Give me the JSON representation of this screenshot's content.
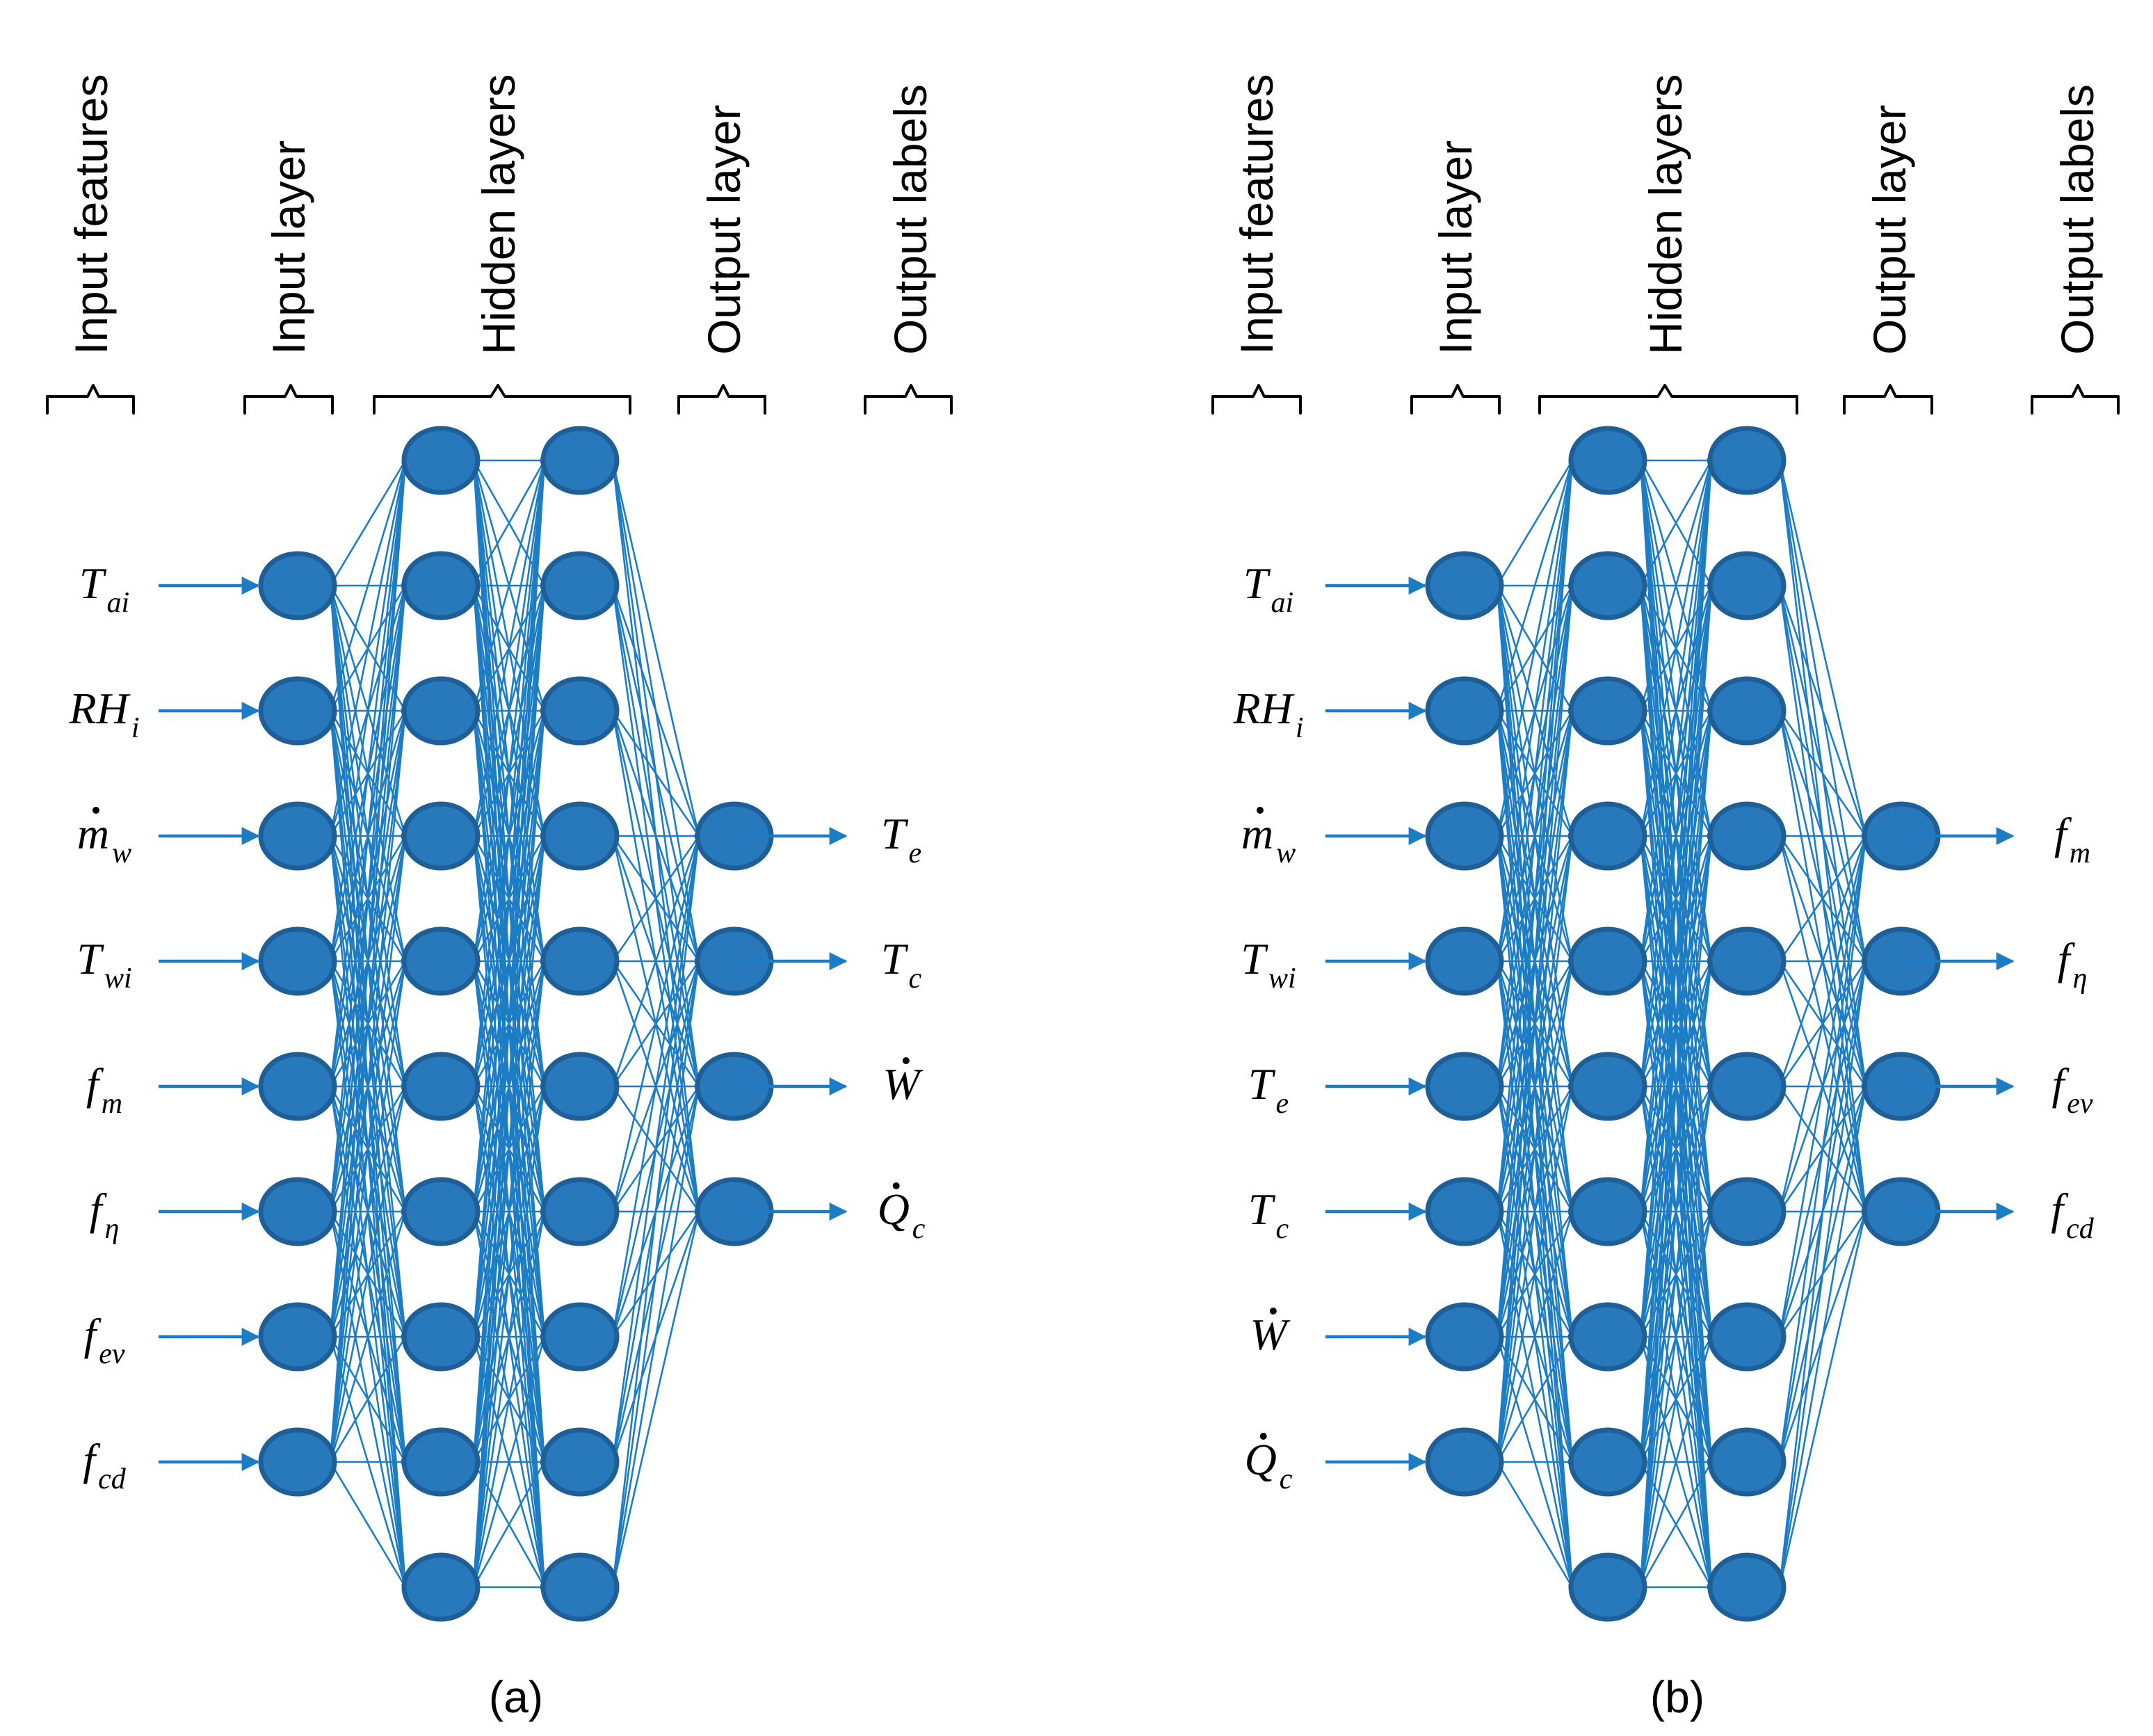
{
  "colors": {
    "node_fill": "#2878bc",
    "node_stroke": "#1f5f97",
    "connection": "#1d7dc4",
    "text": "#000000"
  },
  "panels": [
    {
      "caption": "(a)",
      "headers": [
        "Input features",
        "Input layer",
        "Hidden layers",
        "Output layer",
        "Output labels"
      ],
      "network": {
        "input_nodes": 8,
        "hidden_nodes_per_layer": 10,
        "hidden_layers": 2,
        "output_nodes": 4
      },
      "inputs": [
        {
          "base": "T",
          "sub": "ai",
          "dot": false
        },
        {
          "base": "RH",
          "sub": "i",
          "dot": false
        },
        {
          "base": "m",
          "sub": "w",
          "dot": true
        },
        {
          "base": "T",
          "sub": "wi",
          "dot": false
        },
        {
          "base": "f",
          "sub": "m",
          "dot": false
        },
        {
          "base": "f",
          "sub": "η",
          "dot": false
        },
        {
          "base": "f",
          "sub": "ev",
          "dot": false
        },
        {
          "base": "f",
          "sub": "cd",
          "dot": false
        }
      ],
      "outputs": [
        {
          "base": "T",
          "sub": "e",
          "dot": false
        },
        {
          "base": "T",
          "sub": "c",
          "dot": false
        },
        {
          "base": "W",
          "sub": "",
          "dot": true
        },
        {
          "base": "Q",
          "sub": "c",
          "dot": true
        }
      ]
    },
    {
      "caption": "(b)",
      "headers": [
        "Input features",
        "Input layer",
        "Hidden layers",
        "Output layer",
        "Output labels"
      ],
      "network": {
        "input_nodes": 8,
        "hidden_nodes_per_layer": 10,
        "hidden_layers": 2,
        "output_nodes": 4
      },
      "inputs": [
        {
          "base": "T",
          "sub": "ai",
          "dot": false
        },
        {
          "base": "RH",
          "sub": "i",
          "dot": false
        },
        {
          "base": "m",
          "sub": "w",
          "dot": true
        },
        {
          "base": "T",
          "sub": "wi",
          "dot": false
        },
        {
          "base": "T",
          "sub": "e",
          "dot": false
        },
        {
          "base": "T",
          "sub": "c",
          "dot": false
        },
        {
          "base": "W",
          "sub": "",
          "dot": true
        },
        {
          "base": "Q",
          "sub": "c",
          "dot": true
        }
      ],
      "outputs": [
        {
          "base": "f",
          "sub": "m",
          "dot": false
        },
        {
          "base": "f",
          "sub": "η",
          "dot": false
        },
        {
          "base": "f",
          "sub": "ev",
          "dot": false
        },
        {
          "base": "f",
          "sub": "cd",
          "dot": false
        }
      ]
    }
  ]
}
